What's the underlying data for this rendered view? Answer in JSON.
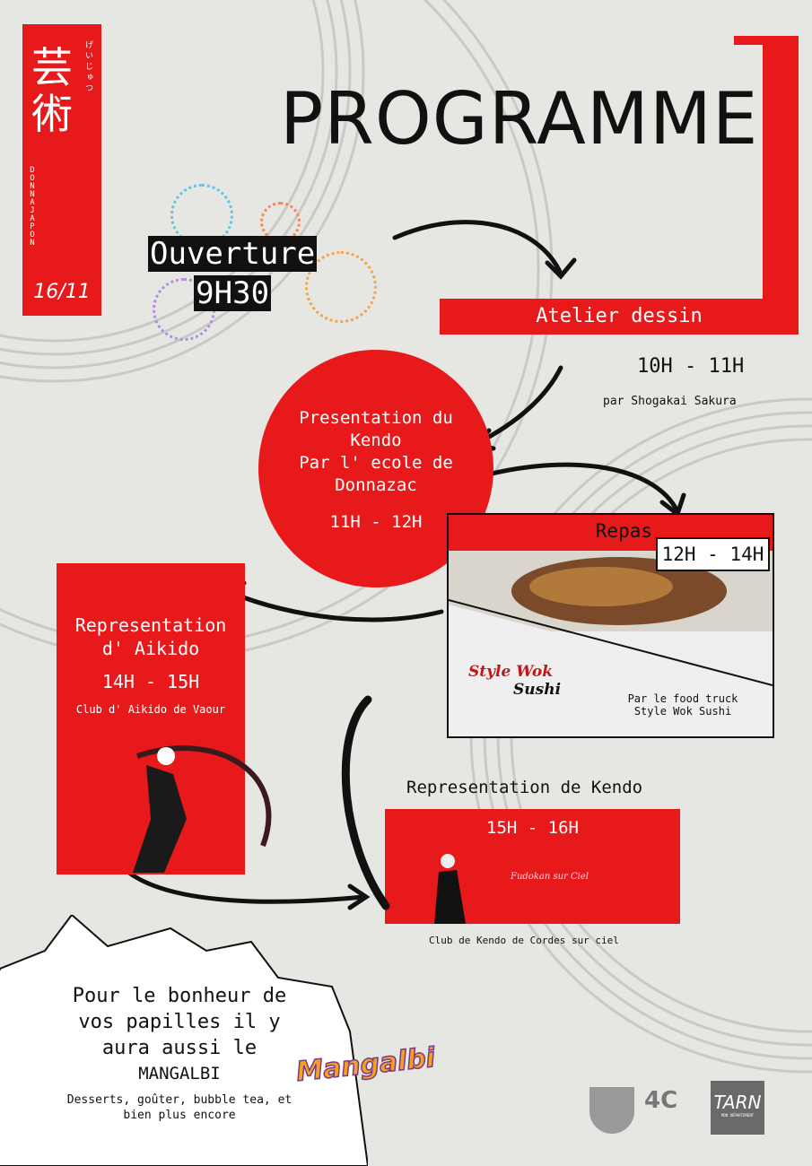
{
  "banner": {
    "kanji": "芸術",
    "kana": "げいじゅつ",
    "org": "DONNAJAPON",
    "date": "16/11"
  },
  "title": "PROGRAMME",
  "opening": {
    "label": "Ouverture",
    "time": "9H30"
  },
  "atelier": {
    "label": "Atelier dessin",
    "time": "10H - 11H",
    "by": "par Shogakai Sakura"
  },
  "kendo_pres": {
    "line1": "Presentation du",
    "line2": "Kendo",
    "line3": "Par l' ecole de",
    "line4": "Donnazac",
    "time": "11H - 12H"
  },
  "repas": {
    "label": "Repas",
    "time": "12H - 14H",
    "logo_top": "Style Wok",
    "logo_bottom": "Sushi",
    "by1": "Par le food truck",
    "by2": "Style Wok Sushi"
  },
  "aikido": {
    "line1": "Representation",
    "line2": "d' Aikido",
    "time": "14H - 15H",
    "club": "Club d' Aikido de Vaour"
  },
  "kendo_rep": {
    "label": "Representation de Kendo",
    "time": "15H - 16H",
    "banner": "Fudokan sur Ciel",
    "club": "Club de Kendo de Cordes sur ciel"
  },
  "bubble": {
    "l1": "Pour le bonheur de",
    "l2": "vos papilles il y",
    "l3": "aura aussi le",
    "l4": "MANGALBI",
    "sub1": "Desserts, goûter, bubble tea, et",
    "sub2": "bien plus encore",
    "logo": "Mangalbi"
  },
  "sponsors": {
    "c4": "4C",
    "tarn": "TARN",
    "tarn_sub": "MON DÉPARTEMENT"
  },
  "colors": {
    "red": "#e8191b",
    "bg": "#e6e6e3"
  }
}
